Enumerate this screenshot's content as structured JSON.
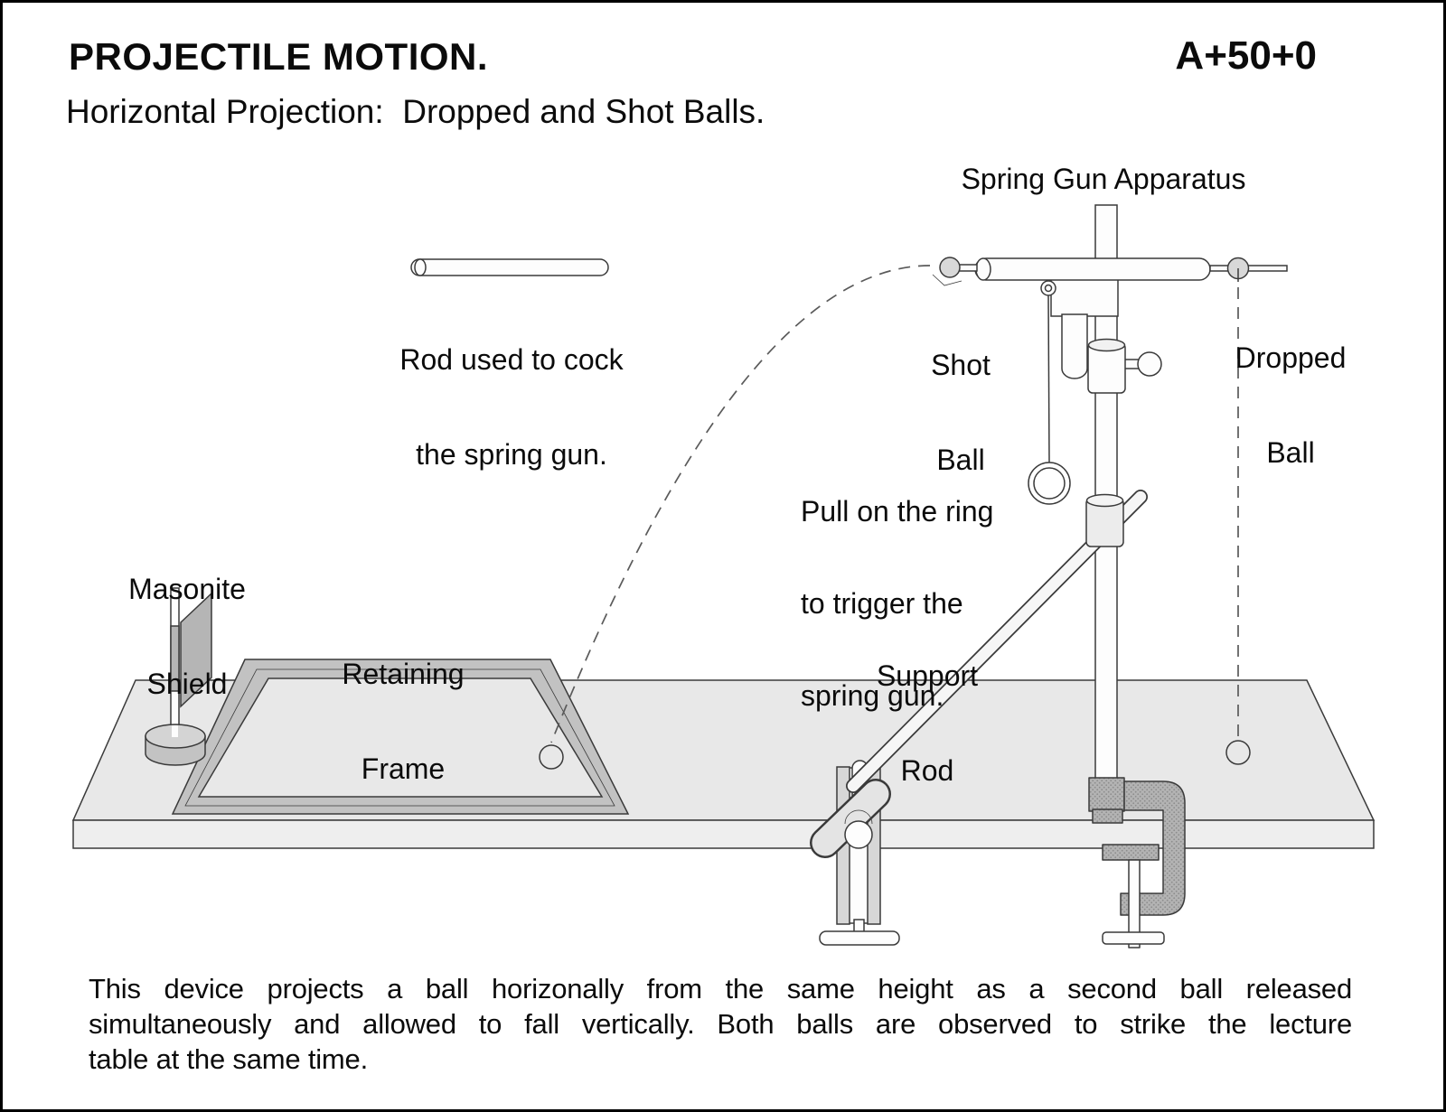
{
  "header": {
    "title": "PROJECTILE MOTION.",
    "code": "A+50+0",
    "subtitle": "Horizontal Projection:  Dropped and Shot Balls."
  },
  "labels": {
    "spring_gun_apparatus": "Spring Gun Apparatus",
    "cock_rod": {
      "line1": "Rod used to cock",
      "line2": "the spring gun."
    },
    "shot_ball": {
      "line1": "Shot",
      "line2": "Ball"
    },
    "dropped_ball": {
      "line1": "Dropped",
      "line2": "Ball"
    },
    "trigger_ring": {
      "line1": "Pull on the ring",
      "line2": "to trigger the",
      "line3": "spring gun."
    },
    "masonite_shield": {
      "line1": "Masonite",
      "line2": "Shield"
    },
    "retaining_frame": {
      "line1": "Retaining",
      "line2": "Frame"
    },
    "support_rod": {
      "line1": "Support",
      "line2": "Rod"
    }
  },
  "caption": {
    "line1": "This device projects a ball horizonally from the same height as a second ball released",
    "line2": "simultaneously and allowed to fall vertically.  Both balls are observed to strike the lecture",
    "line3": "table at the same time."
  },
  "colors": {
    "outline": "#3a3a3a",
    "dash": "#5a5a5a",
    "table": "#e8e8e8",
    "table_edge": "#eeeeee",
    "frame_rail": "#c2c2c2",
    "shield": "#b5b5b5",
    "ball": "#d8d8d8",
    "clamp": "#b3b3b3"
  }
}
